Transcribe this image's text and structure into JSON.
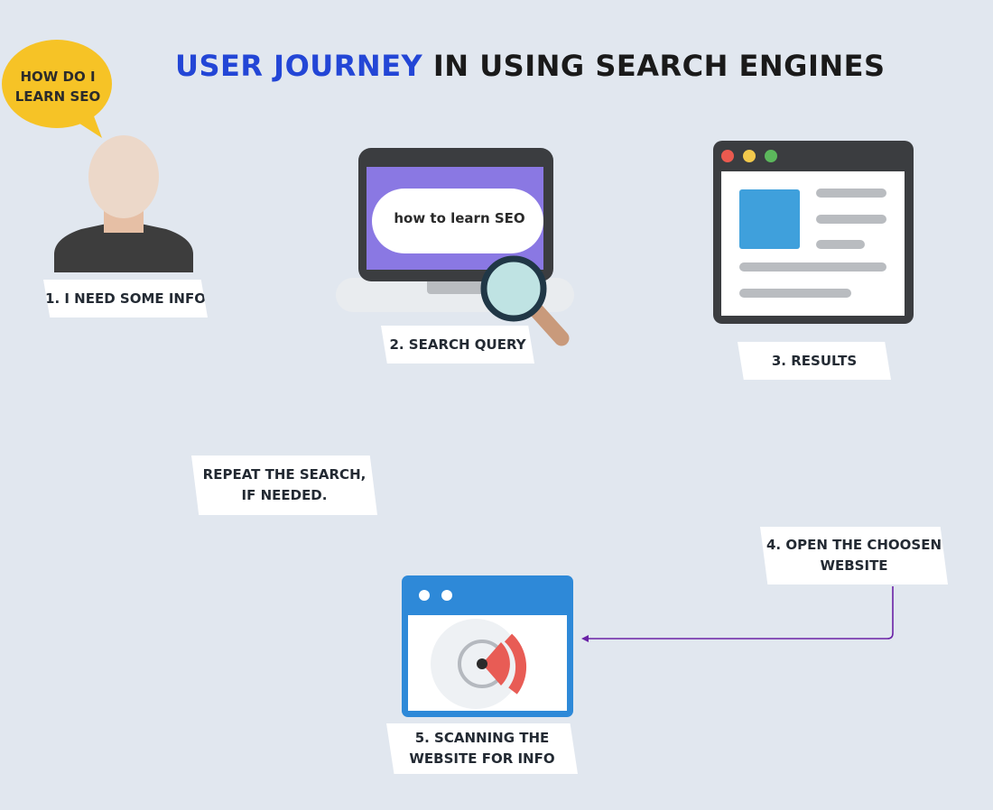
{
  "title": {
    "accent": "USER JOURNEY",
    "rest": " IN USING SEARCH ENGINES"
  },
  "speech_bubble": "HOW DO I\nLEARN SEO",
  "search_box_text": "how to learn SEO",
  "steps": {
    "step1": "1. I NEED SOME INFO",
    "step2": "2. SEARCH QUERY",
    "step3": "3. RESULTS",
    "step4": "4. OPEN THE CHOOSEN\nWEBSITE",
    "repeat": "REPEAT THE SEARCH,\nIF NEEDED.",
    "step5": "5. SCANNING THE\nWEBSITE FOR INFO"
  },
  "colors": {
    "background": "#e1e7ef",
    "title_accent": "#2346d6",
    "bubble": "#f6c326",
    "laptop_screen": "#8a78e3",
    "result_thumb": "#3fa0dc",
    "browser_blue": "#2e89d8",
    "radar_red": "#e85c55",
    "arrow": "#6a22a6"
  },
  "icons": [
    "person-icon",
    "laptop-icon",
    "magnifier-icon",
    "browser-results-icon",
    "browser-radar-icon",
    "arrow-connector"
  ]
}
